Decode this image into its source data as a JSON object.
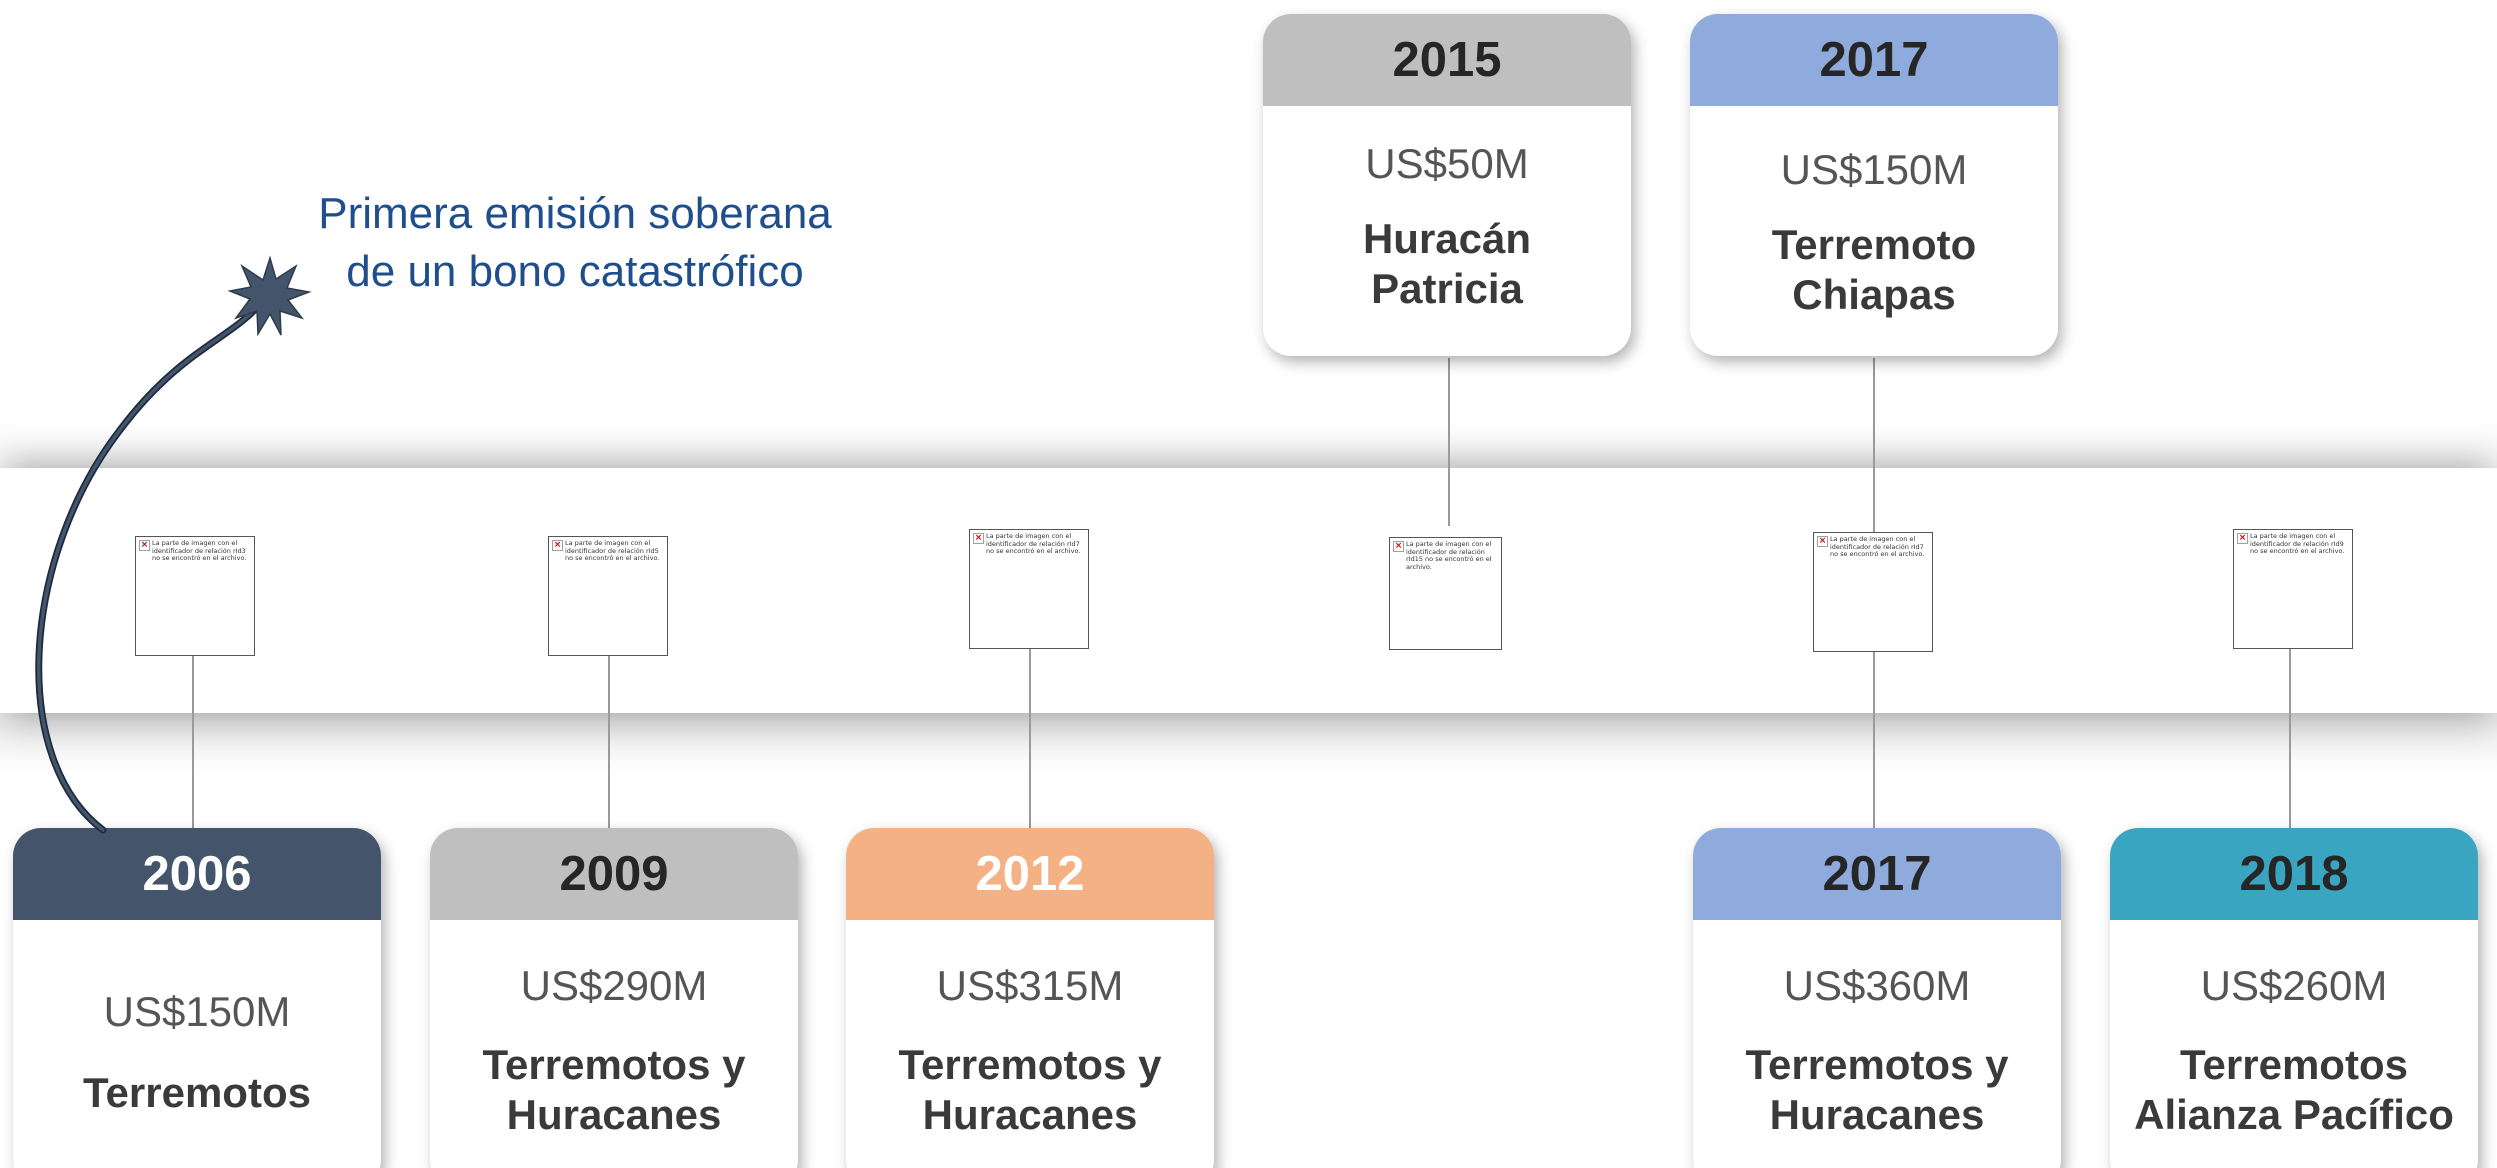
{
  "annotation": {
    "line1": "Primera emisión soberana",
    "line2": "de un bono catastrófico"
  },
  "colors": {
    "navy": "#44546a",
    "gray": "#bfbfbf",
    "orange": "#f4b183",
    "blue": "#8faadc",
    "teal": "#3aa5c0"
  },
  "placeholders": [
    "La parte de imagen con el identificador de relación rId3 no se encontró en el archivo.",
    "La parte de imagen con el identificador de relación rId5 no se encontró en el archivo.",
    "La parte de imagen con el identificador de relación rId7 no se encontró en el archivo.",
    "La parte de imagen con el identificador de relación rId15 no se encontró en el archivo.",
    "La parte de imagen con el identificador de relación rId7 no se encontró en el archivo.",
    "La parte de imagen con el identificador de relación rId9 no se encontró en el archivo."
  ],
  "events_top": [
    {
      "year": "2015",
      "amount": "US$50M",
      "label_line1": "Huracán",
      "label_line2": "Patricia"
    },
    {
      "year": "2017",
      "amount": "US$150M",
      "label_line1": "Terremoto",
      "label_line2": "Chiapas"
    }
  ],
  "events_bottom": [
    {
      "year": "2006",
      "amount": "US$150M",
      "label_line1": "Terremotos",
      "label_line2": ""
    },
    {
      "year": "2009",
      "amount": "US$290M",
      "label_line1": "Terremotos y",
      "label_line2": "Huracanes"
    },
    {
      "year": "2012",
      "amount": "US$315M",
      "label_line1": "Terremotos y",
      "label_line2": "Huracanes"
    },
    {
      "year": "2017",
      "amount": "US$360M",
      "label_line1": "Terremotos y",
      "label_line2": "Huracanes"
    },
    {
      "year": "2018",
      "amount": "US$260M",
      "label_line1": "Terremotos",
      "label_line2": "Alianza Pacífico"
    }
  ]
}
